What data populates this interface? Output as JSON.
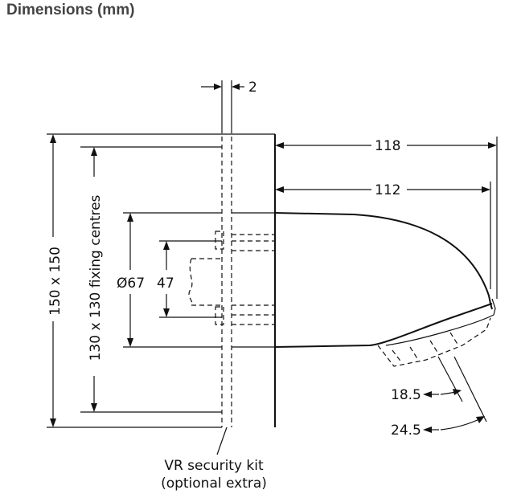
{
  "heading": "Dimensions (mm)",
  "dimensions": {
    "plate_thickness": "2",
    "overall_depth": "118",
    "body_depth": "112",
    "plate_size": "150 x 150",
    "fixing_centres": "130 x 130 fixing centres",
    "diameter": "Ø67",
    "inner": "47",
    "angle_small": "18.5",
    "angle_large": "24.5"
  },
  "callout": {
    "line1": "VR security kit",
    "line2": "(optional extra)"
  }
}
